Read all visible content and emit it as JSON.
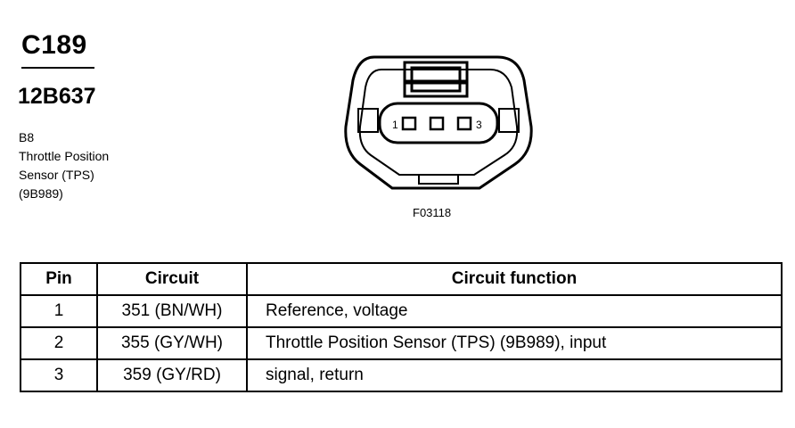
{
  "connector": {
    "id": "C189",
    "part_number": "12B637",
    "component_lines": [
      "B8",
      "Throttle Position",
      "Sensor (TPS)",
      "(9B989)"
    ]
  },
  "diagram": {
    "figure_code": "F03118",
    "pin_labels": {
      "first": "1",
      "last": "3"
    }
  },
  "table": {
    "headers": [
      "Pin",
      "Circuit",
      "Circuit function"
    ],
    "rows": [
      {
        "pin": "1",
        "circuit": "351 (BN/WH)",
        "function": "Reference, voltage"
      },
      {
        "pin": "2",
        "circuit": "355 (GY/WH)",
        "function": "Throttle Position Sensor (TPS) (9B989), input"
      },
      {
        "pin": "3",
        "circuit": "359 (GY/RD)",
        "function": "signal, return"
      }
    ]
  }
}
